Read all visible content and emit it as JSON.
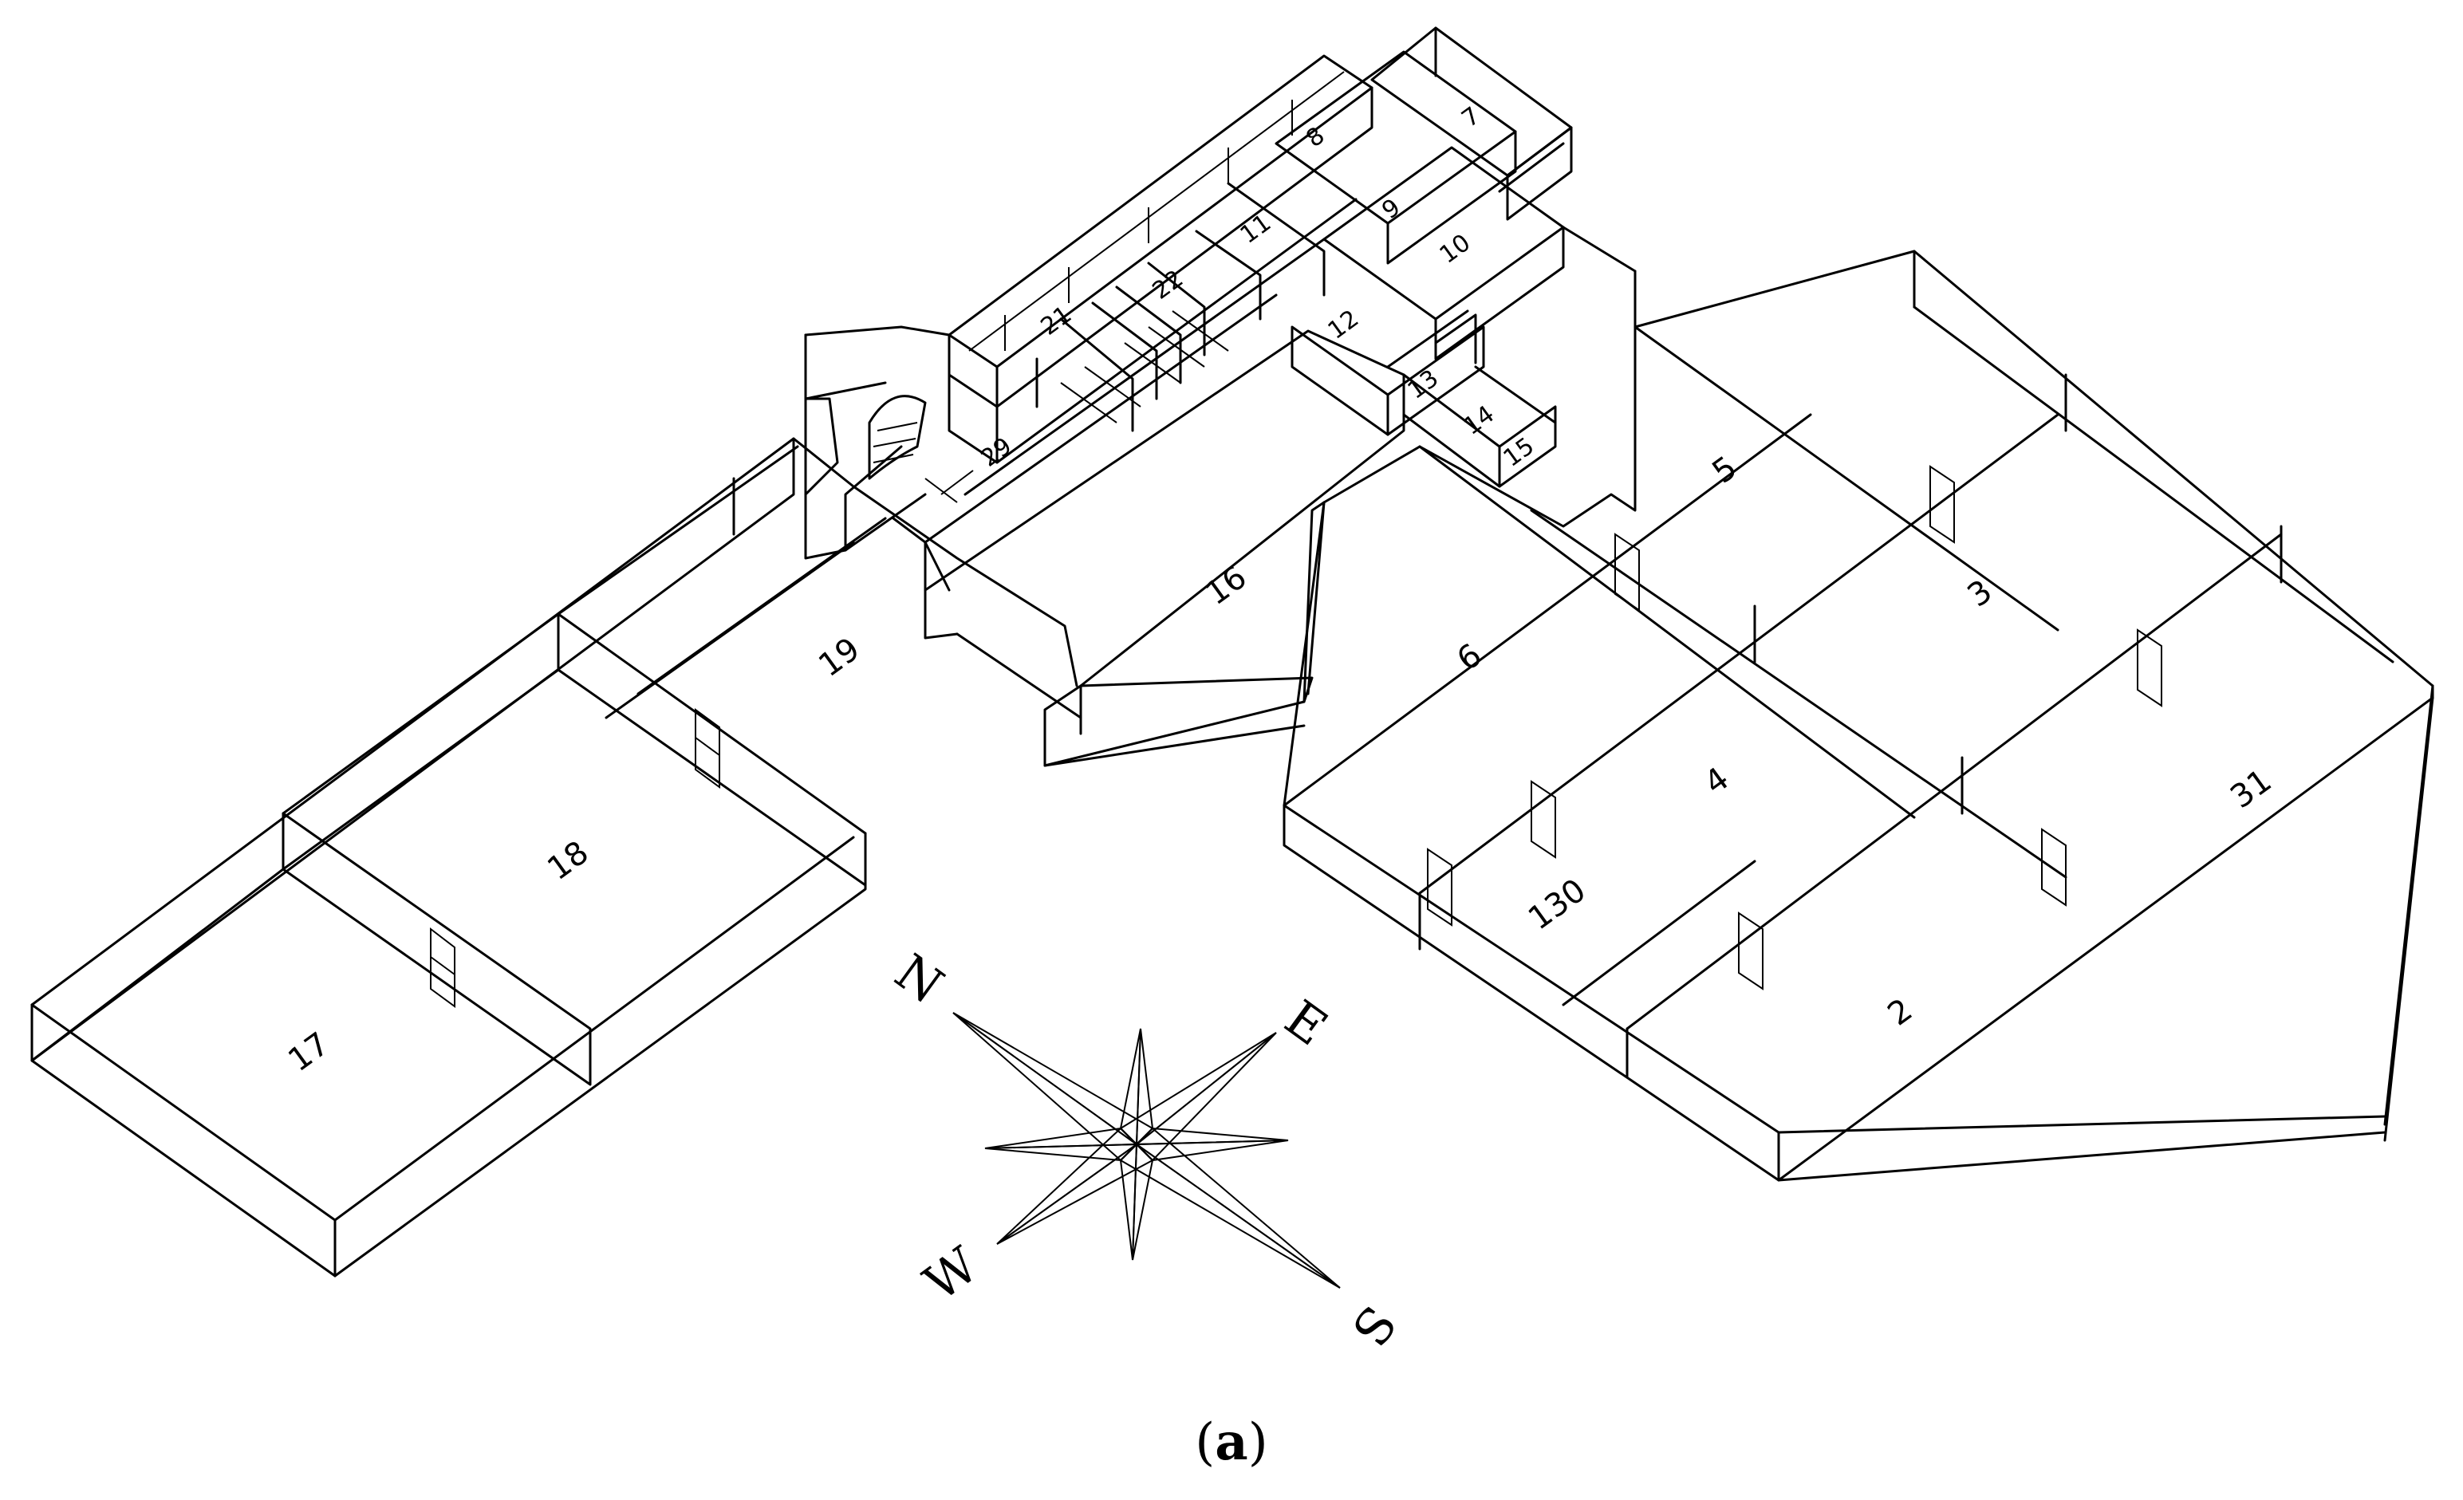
{
  "figure": {
    "caption": {
      "open": "(",
      "letter": "a",
      "close": ")"
    }
  },
  "rooms": [
    {
      "id": "17",
      "label": "17"
    },
    {
      "id": "18",
      "label": "18"
    },
    {
      "id": "19",
      "label": "19"
    },
    {
      "id": "16",
      "label": "16"
    },
    {
      "id": "6",
      "label": "6"
    },
    {
      "id": "5",
      "label": "5"
    },
    {
      "id": "3",
      "label": "3"
    },
    {
      "id": "4",
      "label": "4"
    },
    {
      "id": "31",
      "label": "31"
    },
    {
      "id": "130",
      "label": "130"
    },
    {
      "id": "2",
      "label": "2"
    },
    {
      "id": "7",
      "label": "7"
    },
    {
      "id": "8",
      "label": "8"
    },
    {
      "id": "9",
      "label": "9"
    },
    {
      "id": "10",
      "label": "10"
    },
    {
      "id": "11",
      "label": "11"
    },
    {
      "id": "12",
      "label": "12"
    },
    {
      "id": "13",
      "label": "13"
    },
    {
      "id": "14",
      "label": "14"
    },
    {
      "id": "15",
      "label": "15"
    },
    {
      "id": "21",
      "label": "21"
    },
    {
      "id": "22",
      "label": "22"
    },
    {
      "id": "29",
      "label": "29"
    }
  ],
  "compass": {
    "north": "N",
    "east": "E",
    "south": "S",
    "west": "W"
  }
}
